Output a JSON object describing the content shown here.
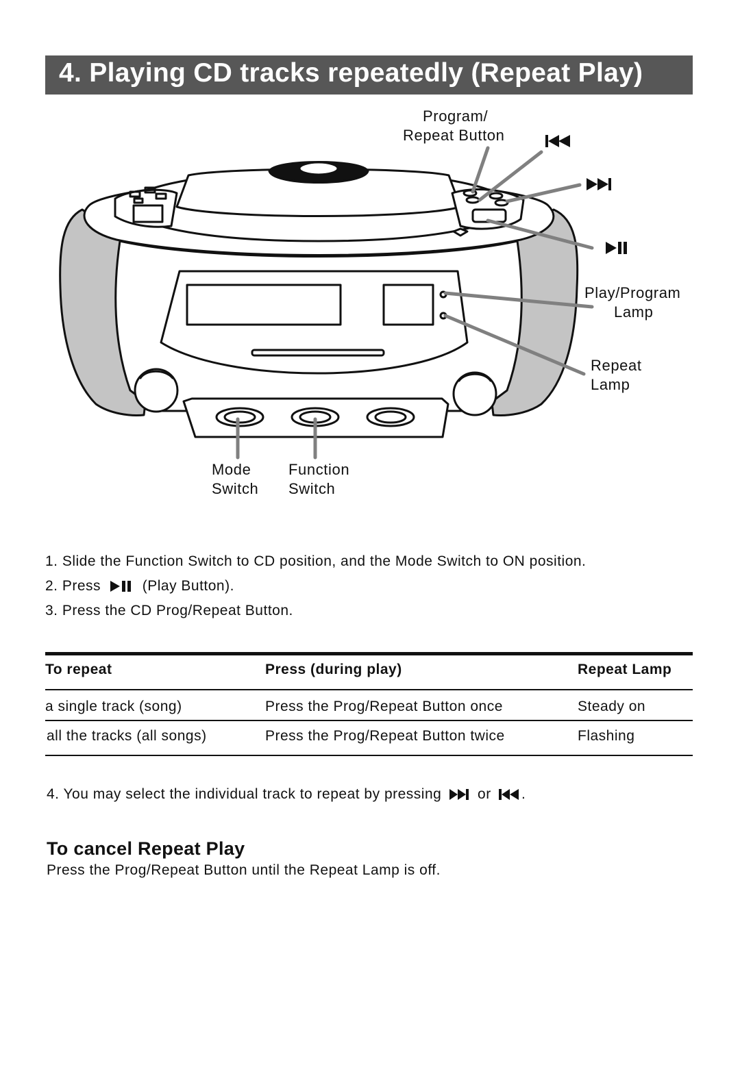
{
  "title": "4. Playing CD tracks repeatedly (Repeat Play)",
  "diagram": {
    "callouts": {
      "program_repeat_line1": "Program/",
      "program_repeat_line2": "Repeat Button",
      "play_program_lamp_line1": "Play/Program",
      "play_program_lamp_line2": "Lamp",
      "repeat_lamp_line1": "Repeat",
      "repeat_lamp_line2": "Lamp",
      "mode_switch_line1": "Mode",
      "mode_switch_line2": "Switch",
      "function_switch_line1": "Function",
      "function_switch_line2": "Switch"
    },
    "icons": [
      "skip-back-icon",
      "skip-forward-icon",
      "play-pause-icon"
    ]
  },
  "steps": {
    "step1": "1. Slide the Function Switch to CD position, and the Mode Switch to ON position.",
    "step2_prefix": "2. Press",
    "step2_suffix": "(Play Button).",
    "step3": "3. Press the CD Prog/Repeat Button.",
    "step4_prefix": "4. You may select the individual track to repeat by pressing",
    "step4_or": "or",
    "step4_end": "."
  },
  "table": {
    "headers": [
      "To repeat",
      "Press (during play)",
      "Repeat Lamp"
    ],
    "rows": [
      [
        "a single track (song)",
        "Press the Prog/Repeat Button once",
        "Steady on"
      ],
      [
        "all the tracks (all songs)",
        "Press the Prog/Repeat Button twice",
        "Flashing"
      ]
    ]
  },
  "cancel": {
    "heading": "To cancel Repeat Play",
    "text": "Press the Prog/Repeat Button until the Repeat Lamp is off."
  }
}
